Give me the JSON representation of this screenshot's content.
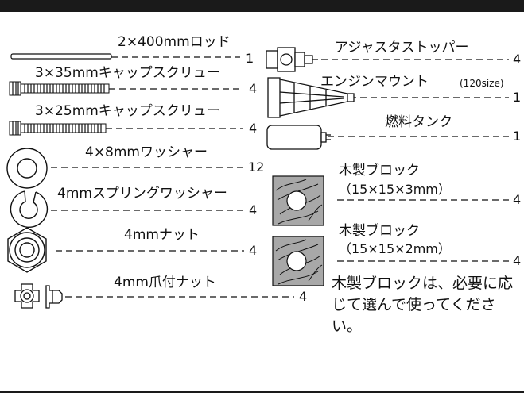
{
  "parts": [
    {
      "name": "2×400mmロッド",
      "qty": "1"
    },
    {
      "name": "3×35mmキャップスクリュー",
      "qty": "4"
    },
    {
      "name": "3×25mmキャップスクリュー",
      "qty": "4"
    },
    {
      "name": "4×8mmワッシャー",
      "qty": "12"
    },
    {
      "name": "4mmスプリングワッシャー",
      "qty": "4"
    },
    {
      "name": "4mmナット",
      "qty": "4"
    },
    {
      "name": "4mm爪付ナット",
      "qty": "4"
    },
    {
      "name": "アジャスタストッパー",
      "qty": "4"
    },
    {
      "name": "エンジンマウント",
      "size": "(120size)",
      "qty": "1"
    },
    {
      "name": "燃料タンク",
      "qty": "1"
    },
    {
      "name": "木製ブロック",
      "size": "（15×15×3mm）",
      "qty": "4"
    },
    {
      "name": "木製ブロック",
      "size": "（15×15×2mm）",
      "qty": "4"
    }
  ],
  "note": "木製ブロックは、必要に応じて選んで使ってください。"
}
